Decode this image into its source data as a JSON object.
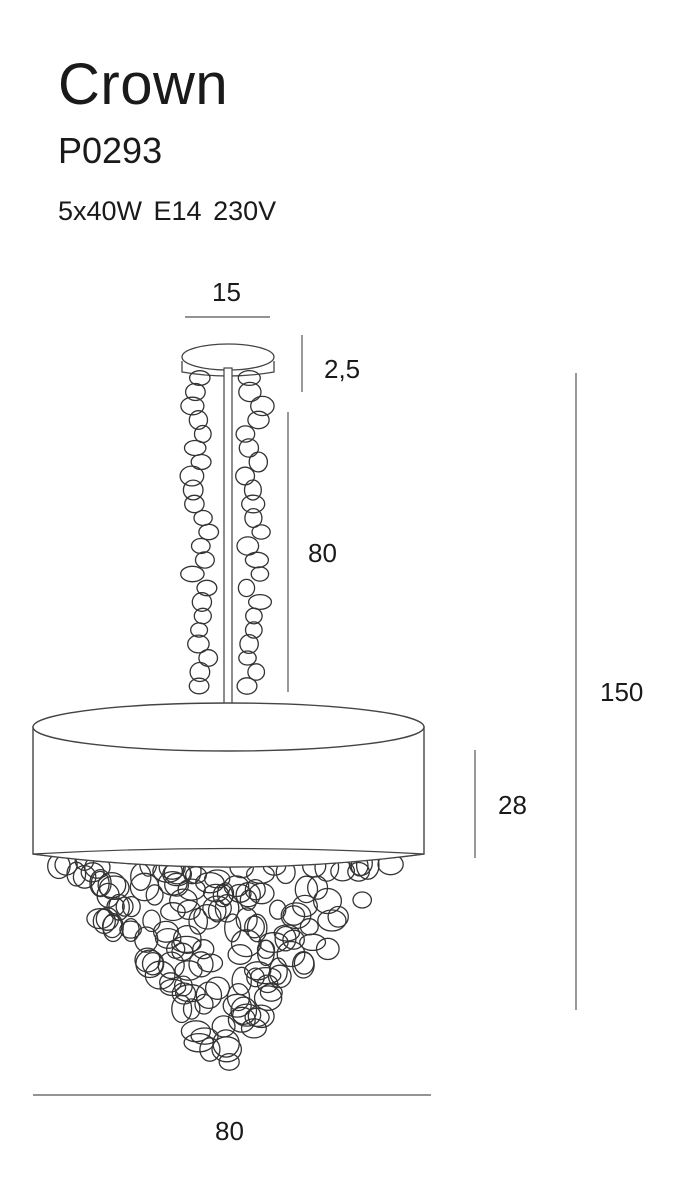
{
  "product": {
    "name": "Crown",
    "code": "P0293",
    "spec": "5x40W  E14  230V"
  },
  "dimensions": {
    "canopy_diameter": "15",
    "canopy_height": "2,5",
    "chain_length": "80",
    "shade_height": "28",
    "total_height": "150",
    "shade_diameter": "80"
  }
}
